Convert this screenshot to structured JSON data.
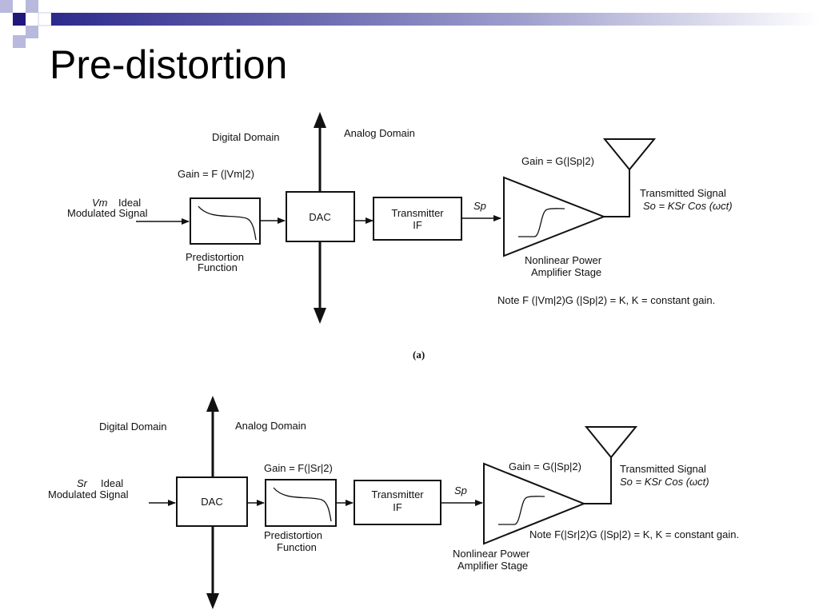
{
  "slide": {
    "title": "Pre-distortion",
    "colors": {
      "deco_dark": "#1f1a7a",
      "deco_light": "#b9b9dd",
      "deco_band": "#2c2a8c"
    }
  },
  "diagram_a": {
    "digital_domain": "Digital Domain",
    "analog_domain": "Analog Domain",
    "input_symbol": "Vm",
    "input_line1": "Ideal",
    "input_line2": "Modulated Signal",
    "predistortion_gain": "Gain = F (|Vm|2)",
    "predistortion_label1": "Predistortion",
    "predistortion_label2": "Function",
    "dac_label": "DAC",
    "transmitter_label1": "Transmitter",
    "transmitter_label2": "IF",
    "sp_label": "Sp",
    "amplifier_gain": "Gain = G(|Sp|2)",
    "amplifier_label1": "Nonlinear Power",
    "amplifier_label2": "Amplifier Stage",
    "transmitted_label": "Transmitted Signal",
    "transmitted_formula": "So = KSr Cos (ωct)",
    "note": "Note F (|Vm|2)G (|Sp|2) = K, K = constant gain.",
    "caption": "(a)"
  },
  "diagram_b": {
    "digital_domain": "Digital Domain",
    "analog_domain": "Analog Domain",
    "input_symbol": "Sr",
    "input_line1": "Ideal",
    "input_line2": "Modulated Signal",
    "dac_label": "DAC",
    "predistortion_gain": "Gain = F(|Sr|2)",
    "predistortion_label1": "Predistortion",
    "predistortion_label2": "Function",
    "transmitter_label1": "Transmitter",
    "transmitter_label2": "IF",
    "sp_label": "Sp",
    "amplifier_gain": "Gain = G(|Sp|2)",
    "amplifier_label1": "Nonlinear Power",
    "amplifier_label2": "Amplifier Stage",
    "transmitted_label": "Transmitted Signal",
    "transmitted_formula": "So = KSr Cos (ωct)",
    "note": "Note F(|Sr|2)G (|Sp|2) = K, K = constant gain."
  }
}
